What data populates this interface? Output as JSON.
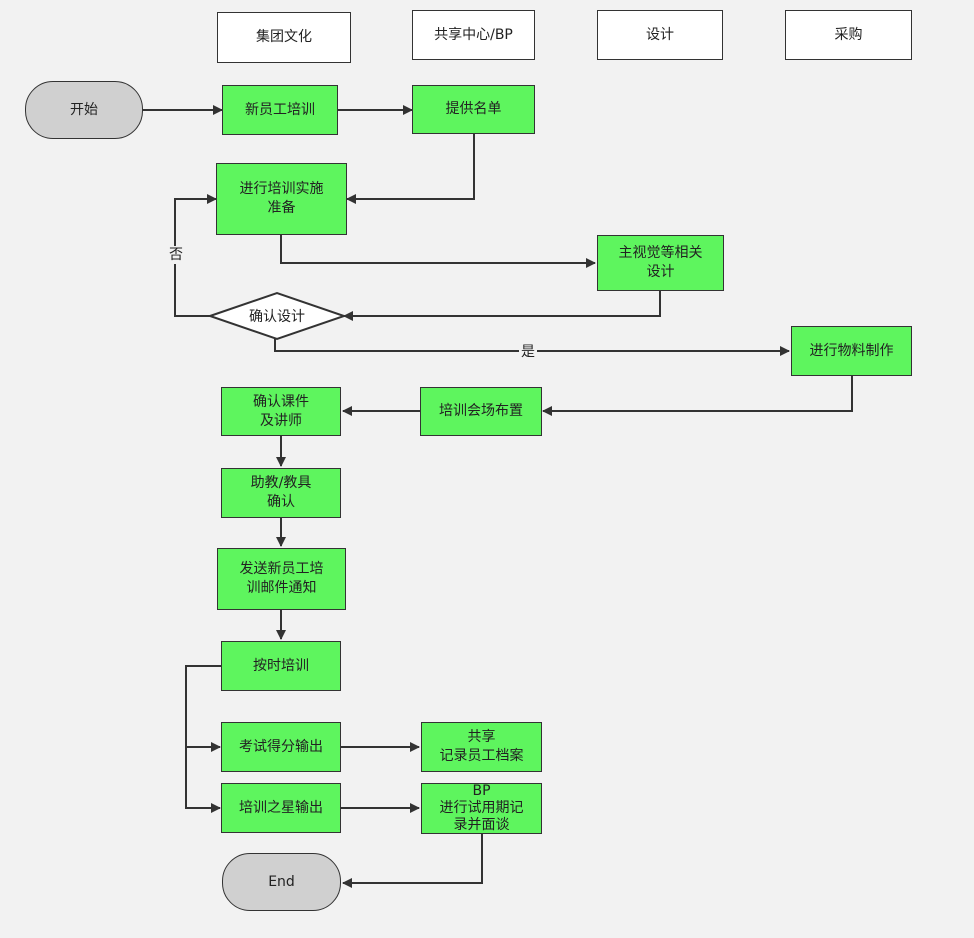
{
  "lanes": [
    "集团文化",
    "共享中心/BP",
    "设计",
    "采购"
  ],
  "nodes": {
    "start": "开始",
    "new_hire_training": "新员工培训",
    "provide_list": "提供名单",
    "prepare_training": "进行培训实施\n准备",
    "main_visual_design": "主视觉等相关\n设计",
    "confirm_design": "确认设计",
    "material_production": "进行物料制作",
    "venue_setup": "培训会场布置",
    "confirm_courseware": "确认课件\n及讲师",
    "assistant_confirm": "助教/教具\n确认",
    "send_notice": "发送新员工培\n训邮件通知",
    "on_time_training": "按时培训",
    "exam_output": "考试得分输出",
    "shared_archive": "共享\n记录员工档案",
    "star_output": "培训之星输出",
    "bp_probation": "BP\n进行试用期记\n录并面谈",
    "end": "End"
  },
  "edge_labels": {
    "no": "否",
    "yes": "是"
  },
  "colors": {
    "process_fill": "#5ef55e",
    "terminal_fill": "#d0d0d0",
    "header_fill": "#ffffff",
    "stroke": "#333333",
    "background": "#f2f2f2"
  }
}
